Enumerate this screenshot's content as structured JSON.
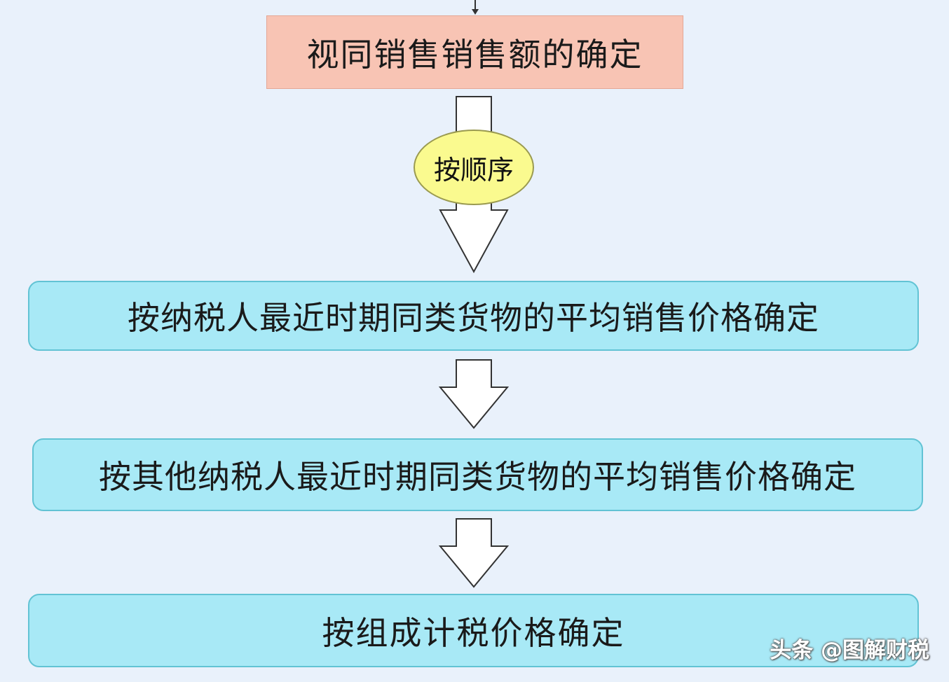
{
  "diagram": {
    "title": "视同销售销售额的确定",
    "order_label": "按顺序",
    "steps": [
      "按纳税人最近时期同类货物的平均销售价格确定",
      "按其他纳税人最近时期同类货物的平均销售价格确定",
      "按组成计税价格确定"
    ],
    "watermark": "头条 @图解财税",
    "colors": {
      "background": "#e9f1fb",
      "title_box": "#f8c4b4",
      "step_box": "#a8e9f6",
      "step_border": "#62c3d4",
      "order_bubble": "#fafa8f",
      "arrow_fill": "#ffffff",
      "arrow_stroke": "#333333"
    }
  }
}
